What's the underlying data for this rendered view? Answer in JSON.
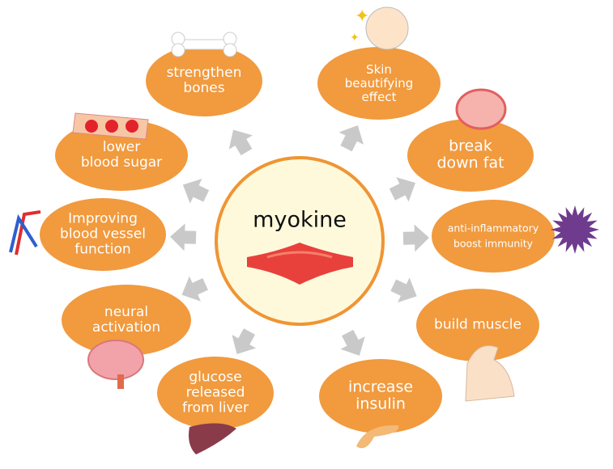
{
  "center": {
    "title": "myokine"
  },
  "colors": {
    "bubble": "#f19a3e",
    "center_fill": "#fff9dc",
    "center_stroke": "#ef9534",
    "arrow": "#c9c9c9",
    "label": "#ffffff"
  },
  "effects": [
    {
      "id": "strengthen-bones",
      "lines": [
        "strengthen",
        "bones"
      ],
      "icon": "bone-icon"
    },
    {
      "id": "skin-beautifying",
      "lines": [
        "Skin",
        "beautifying",
        "effect"
      ],
      "icon": "face-sparkle-icon"
    },
    {
      "id": "break-down-fat",
      "lines": [
        "break",
        "down fat"
      ],
      "icon": "fat-cell-icon"
    },
    {
      "id": "anti-inflammatory",
      "lines": [
        "anti-inflammatory",
        "boost immunity"
      ],
      "icon": "virus-icon"
    },
    {
      "id": "build-muscle",
      "lines": [
        "build muscle"
      ],
      "icon": "flexed-arm-icon"
    },
    {
      "id": "increase-insulin",
      "lines": [
        "increase",
        "insulin"
      ],
      "icon": "pancreas-icon"
    },
    {
      "id": "glucose-liver",
      "lines": [
        "glucose",
        "released",
        "from liver"
      ],
      "icon": "liver-icon"
    },
    {
      "id": "neural-activation",
      "lines": [
        "neural",
        "activation"
      ],
      "icon": "brain-icon"
    },
    {
      "id": "blood-vessel",
      "lines": [
        "Improving",
        "blood vessel",
        "function"
      ],
      "icon": "blood-vessel-icon"
    },
    {
      "id": "lower-blood-sugar",
      "lines": [
        "lower",
        "blood sugar"
      ],
      "icon": "blood-cells-icon"
    }
  ]
}
